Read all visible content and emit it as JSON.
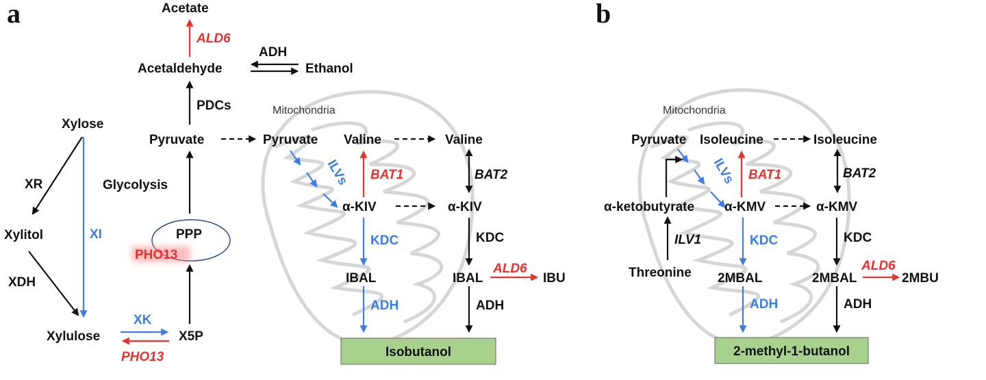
{
  "colors": {
    "black": "#111111",
    "blue": "#3b7ce6",
    "red": "#e8322e",
    "product_box": "#a9d18e",
    "mito": "#d6d6d6"
  },
  "panel_a": {
    "label": "a",
    "mitochondria": "Mitochondria",
    "metabolites": {
      "acetate": "Acetate",
      "acetaldehyde": "Acetaldehyde",
      "ethanol": "Ethanol",
      "xylose": "Xylose",
      "xylitol": "Xylitol",
      "xylulose": "Xylulose",
      "x5p": "X5P",
      "ppp": "PPP",
      "pyruvate_cyto": "Pyruvate",
      "pyruvate_mito": "Pyruvate",
      "valine_mito": "Valine",
      "valine_cyto": "Valine",
      "akiv_mito": "α-KIV",
      "akiv_cyto": "α-KIV",
      "ibal_mito": "IBAL",
      "ibal_cyto": "IBAL",
      "ibu": "IBU",
      "product": "Isobutanol"
    },
    "enzymes": {
      "ald6_top": "ALD6",
      "adh_top": "ADH",
      "pdcs": "PDCs",
      "glycolysis": "Glycolysis",
      "xr": "XR",
      "xi": "XI",
      "xdh": "XDH",
      "xk": "XK",
      "pho13_bottom": "PHO13",
      "pho13_glow": "PHO13",
      "ilvs": "ILVs",
      "bat1": "BAT1",
      "bat2": "BAT2",
      "kdc_mito": "KDC",
      "kdc_cyto": "KDC",
      "adh_mito": "ADH",
      "adh_cyto": "ADH",
      "ald6_right": "ALD6"
    }
  },
  "panel_b": {
    "label": "b",
    "mitochondria": "Mitochondria",
    "metabolites": {
      "pyruvate": "Pyruvate",
      "isoleucine_mito": "Isoleucine",
      "isoleucine_cyto": "Isoleucine",
      "aketobutyrate": "α-ketobutyrate",
      "threonine": "Threonine",
      "akmv_mito": "α-KMV",
      "akmv_cyto": "α-KMV",
      "mbal_mito": "2MBAL",
      "mbal_cyto": "2MBAL",
      "mbu": "2MBU",
      "product": "2-methyl-1-butanol"
    },
    "enzymes": {
      "ilvs": "ILVs",
      "bat1": "BAT1",
      "bat2": "BAT2",
      "ilv1": "ILV1",
      "kdc_mito": "KDC",
      "kdc_cyto": "KDC",
      "adh_mito": "ADH",
      "adh_cyto": "ADH",
      "ald6": "ALD6"
    }
  }
}
